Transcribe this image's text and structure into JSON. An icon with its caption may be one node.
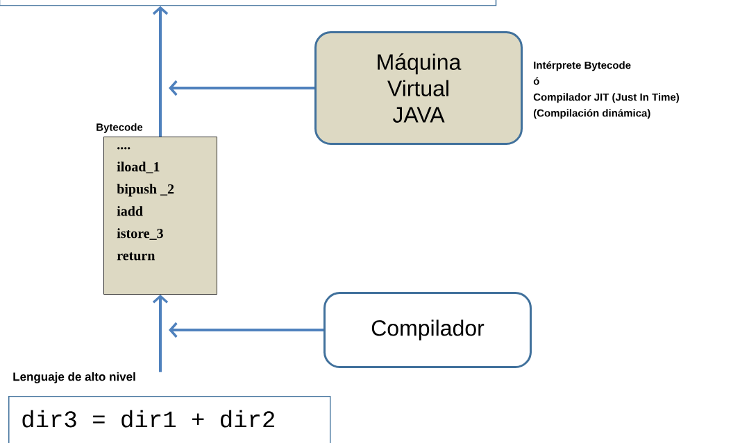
{
  "diagram": {
    "nodes": [
      {
        "text": [],
        "shape": "box"
      },
      {
        "text": [
          "Máquina Virtual JAVA"
        ],
        "beside": [
          "Intérprete Bytecode",
          "ó",
          "Compilador JIT (Just In Time)",
          "(Compilación dinámica)"
        ]
      },
      {
        "text": [
          "Bytecode",
          "....",
          "iload_1",
          "bipush _2",
          "iadd",
          "istore_3",
          "return"
        ]
      },
      {
        "text": [
          "Compilador"
        ]
      },
      {
        "text": [
          "Lenguaje de alto nivel",
          "dir3 = dir1 + dir2"
        ]
      }
    ],
    "edges": [
      {
        "from": 2,
        "to": 0,
        "arrow": "to"
      },
      {
        "from": 1,
        "to": null,
        "arrow": "to"
      },
      {
        "from": 4,
        "to": 2,
        "arrow": "to"
      },
      {
        "from": 3,
        "to": null,
        "arrow": "to"
      }
    ]
  }
}
